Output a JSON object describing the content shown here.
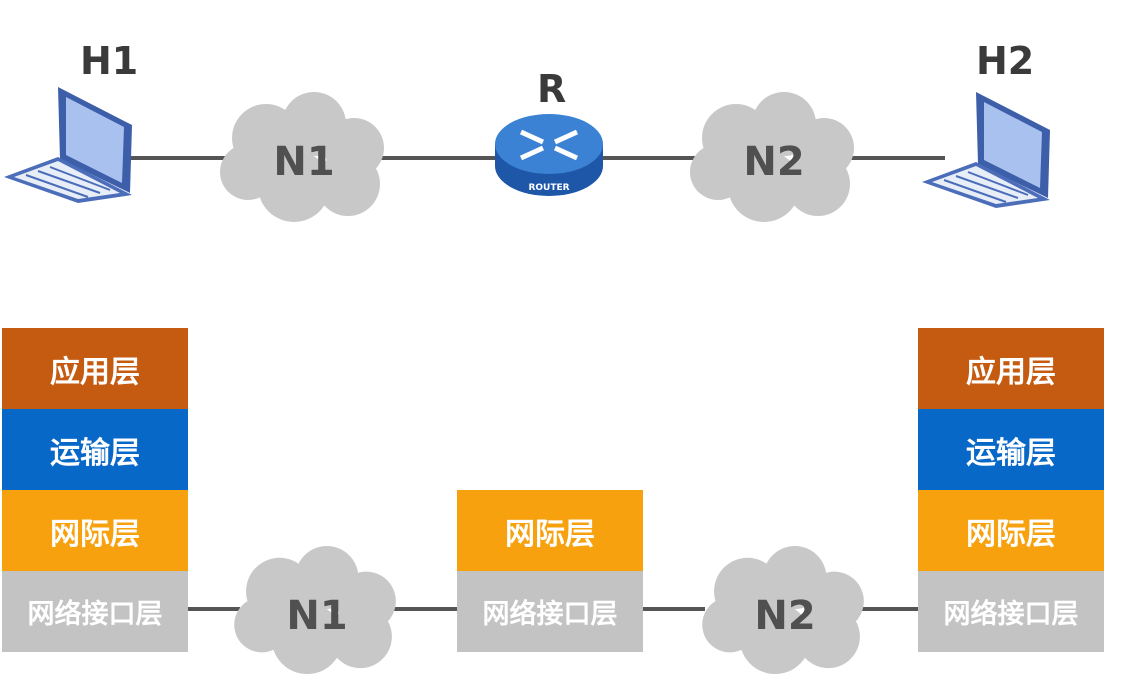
{
  "topology": {
    "host1": {
      "label": "H1"
    },
    "host2": {
      "label": "H2"
    },
    "router": {
      "label": "R",
      "badge": "ROUTER"
    },
    "network1": {
      "label": "N1"
    },
    "network2": {
      "label": "N2"
    }
  },
  "stacks": {
    "host1": {
      "app": "应用层",
      "transport": "运输层",
      "internet": "网际层",
      "link": "网络接口层"
    },
    "router": {
      "internet": "网际层",
      "link": "网络接口层"
    },
    "host2": {
      "app": "应用层",
      "transport": "运输层",
      "internet": "网际层",
      "link": "网络接口层"
    }
  },
  "colors": {
    "application": "#c55a11",
    "transport": "#0868c8",
    "internet": "#f7a10e",
    "link": "#c3c3c3",
    "cloud": "#c8c8c8",
    "router": "#2f73c9",
    "line": "#555555"
  }
}
